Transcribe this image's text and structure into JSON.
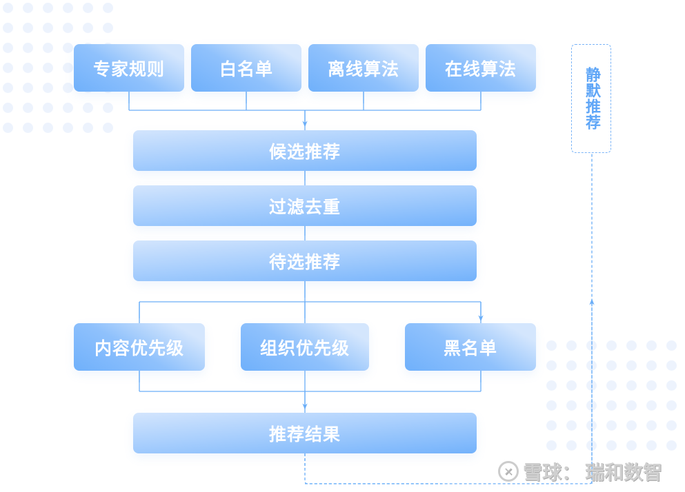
{
  "sources": [
    "专家规则",
    "白名单",
    "离线算法",
    "在线算法"
  ],
  "stages": [
    "候选推荐",
    "过滤去重",
    "待选推荐"
  ],
  "priorities": [
    "内容优先级",
    "组织优先级",
    "黑名单"
  ],
  "result": "推荐结果",
  "default": "静默推荐",
  "watermark": {
    "platform": "雪球：",
    "author": "瑞和数智"
  },
  "colors": {
    "line": "#6aaef8",
    "dot": "#edf3fd"
  }
}
